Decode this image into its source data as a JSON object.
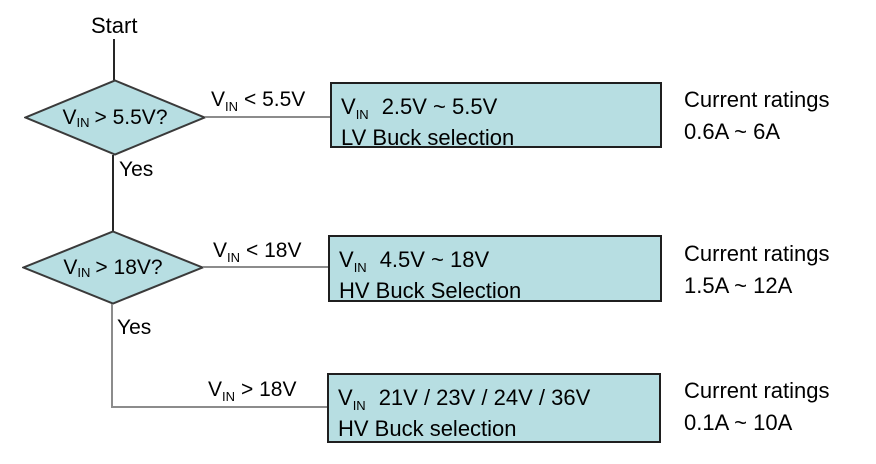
{
  "start_label": "Start",
  "colors": {
    "shape_fill": "#b7dee2",
    "shape_border": "#3a3a3a",
    "box_border": "#1f1f1f",
    "connector_gray": "#8c8c8c",
    "flow_line": "#262626",
    "text": "#000000"
  },
  "decisions": [
    {
      "v": "V",
      "sub": "IN",
      "rest": "> 5.5V?"
    },
    {
      "v": "V",
      "sub": "IN",
      "rest": "> 18V?"
    }
  ],
  "yes_labels": [
    "Yes",
    "Yes"
  ],
  "branch_labels": [
    {
      "v": "V",
      "sub": "IN",
      "rest": "< 5.5V"
    },
    {
      "v": "V",
      "sub": "IN",
      "rest": "< 18V"
    },
    {
      "v": "V",
      "sub": "IN",
      "rest": "> 18V"
    }
  ],
  "result_boxes": [
    {
      "v": "V",
      "sub": "IN",
      "range": "2.5V ~ 5.5V",
      "line2": "LV Buck selection"
    },
    {
      "v": "V",
      "sub": "IN",
      "range": "4.5V ~ 18V",
      "line2": "HV Buck Selection"
    },
    {
      "v": "V",
      "sub": "IN",
      "range": "21V / 23V / 24V / 36V",
      "line2": "HV Buck selection"
    }
  ],
  "ratings": [
    {
      "line1": "Current ratings",
      "line2": "0.6A ~ 6A"
    },
    {
      "line1": "Current ratings",
      "line2": "1.5A ~ 12A"
    },
    {
      "line1": "Current ratings",
      "line2": "0.1A ~ 10A"
    }
  ]
}
